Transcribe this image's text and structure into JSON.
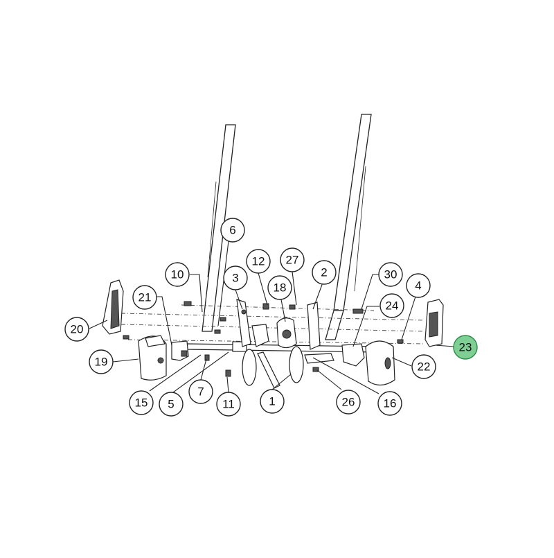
{
  "callouts": [
    {
      "id": "6",
      "label": "6"
    },
    {
      "id": "12",
      "label": "12"
    },
    {
      "id": "27",
      "label": "27"
    },
    {
      "id": "10",
      "label": "10"
    },
    {
      "id": "3",
      "label": "3"
    },
    {
      "id": "18",
      "label": "18"
    },
    {
      "id": "2",
      "label": "2"
    },
    {
      "id": "30",
      "label": "30"
    },
    {
      "id": "4",
      "label": "4"
    },
    {
      "id": "21",
      "label": "21"
    },
    {
      "id": "24",
      "label": "24"
    },
    {
      "id": "20",
      "label": "20"
    },
    {
      "id": "23",
      "label": "23",
      "highlighted": true
    },
    {
      "id": "19",
      "label": "19"
    },
    {
      "id": "22",
      "label": "22"
    },
    {
      "id": "7",
      "label": "7"
    },
    {
      "id": "15",
      "label": "15"
    },
    {
      "id": "5",
      "label": "5"
    },
    {
      "id": "11",
      "label": "11"
    },
    {
      "id": "1",
      "label": "1"
    },
    {
      "id": "26",
      "label": "26"
    },
    {
      "id": "16",
      "label": "16"
    }
  ],
  "colors": {
    "highlight_fill": "#7fcf95",
    "highlight_stroke": "#2d8a48",
    "line": "#222222"
  }
}
